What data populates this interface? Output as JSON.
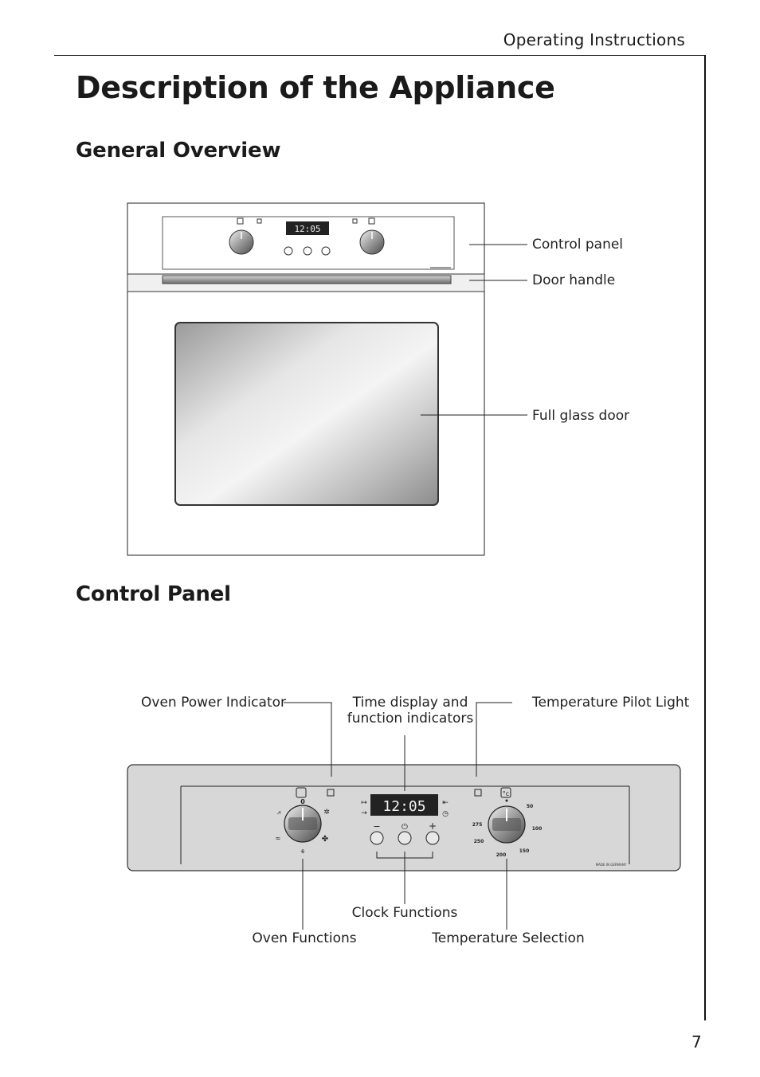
{
  "header": {
    "section": "Operating Instructions"
  },
  "title": "Description of the Appliance",
  "sections": {
    "general_overview": "General Overview",
    "control_panel": "Control Panel"
  },
  "overview_labels": {
    "control_panel": "Control panel",
    "door_handle": "Door handle",
    "full_glass_door": "Full glass door"
  },
  "panel_labels": {
    "oven_power_indicator": "Oven Power Indicator",
    "time_display_1": "Time display and",
    "time_display_2": "function indicators",
    "temperature_pilot_light": "Temperature Pilot Light",
    "clock_functions": "Clock Functions",
    "oven_functions": "Oven Functions",
    "temperature_selection": "Temperature Selection"
  },
  "panel_details": {
    "clock_time": "12:05",
    "minus": "−",
    "plus": "+",
    "zero": "0",
    "degree_c": "°c",
    "temp_scale": [
      "50",
      "100",
      "150",
      "200",
      "250",
      "275"
    ],
    "made_in": "MADE IN GERMANY"
  },
  "page_number": "7"
}
